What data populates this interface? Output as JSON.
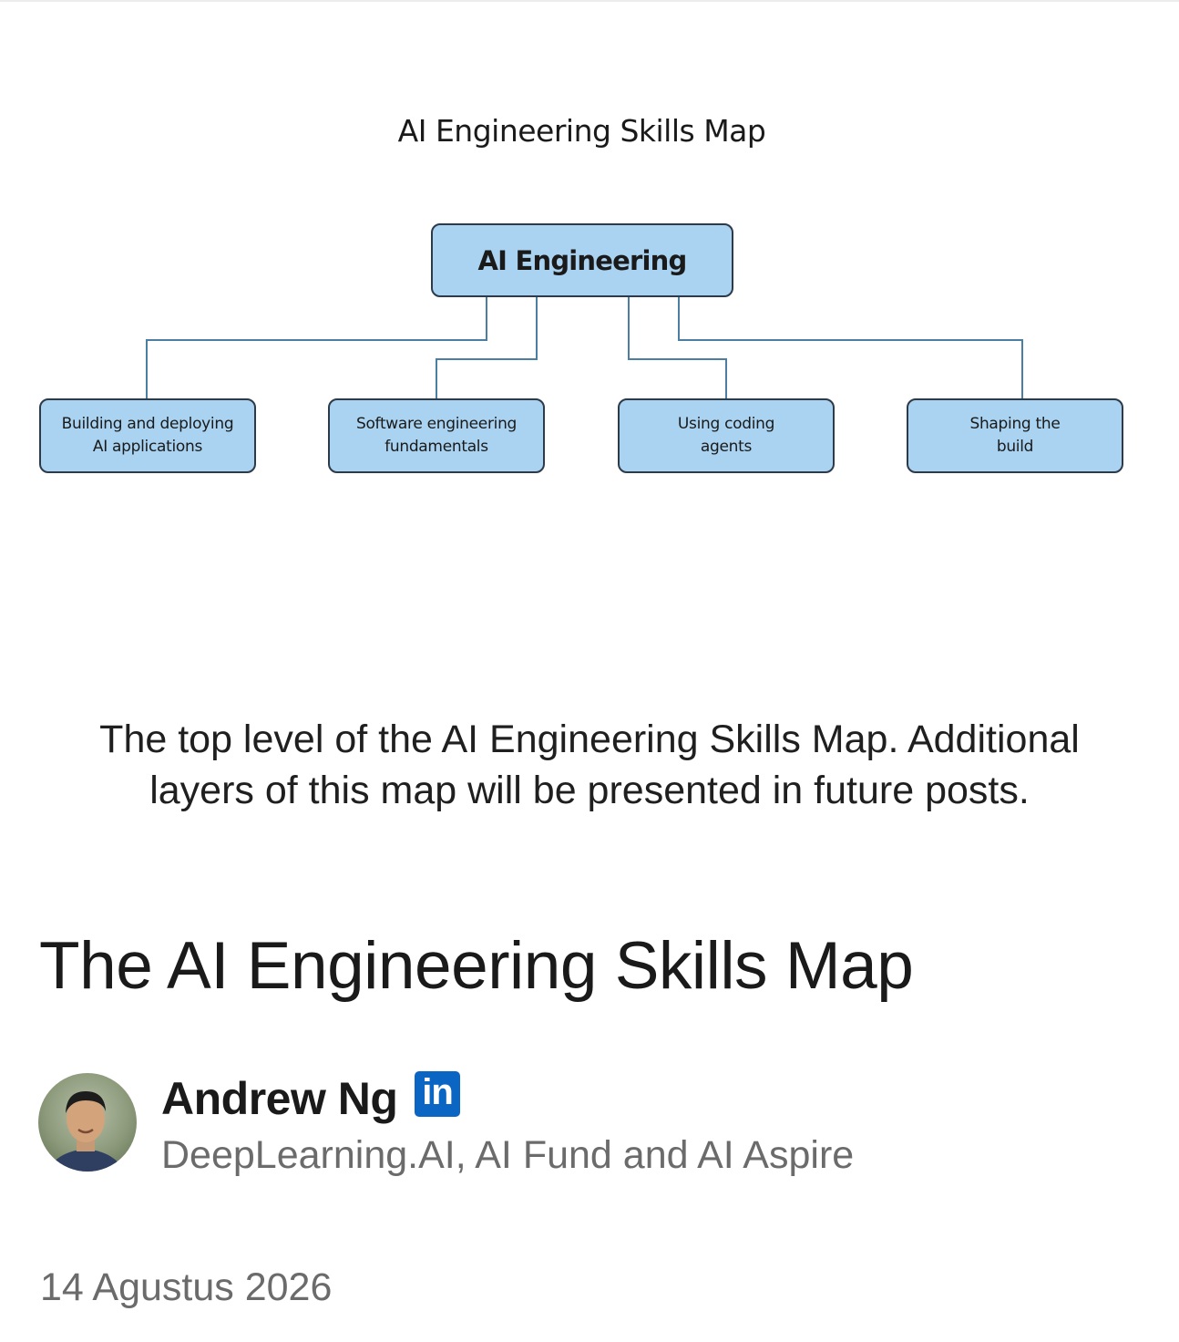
{
  "diagram": {
    "title": "AI Engineering Skills Map",
    "root": "AI Engineering",
    "children": [
      {
        "line1": "Building and deploying",
        "line2": "AI applications"
      },
      {
        "line1": "Software engineering",
        "line2": "fundamentals"
      },
      {
        "line1": "Using coding",
        "line2": "agents"
      },
      {
        "line1": "Shaping the",
        "line2": "build"
      }
    ],
    "colors": {
      "node_fill": "#a9d3f1",
      "node_border": "#2d3a4a",
      "connector": "#4a7fa3"
    }
  },
  "caption": {
    "line1": "The top level of the AI Engineering Skills Map. Additional",
    "line2": "layers of this map will be presented in future posts."
  },
  "article": {
    "title": "The AI Engineering Skills Map",
    "author": {
      "name": "Andrew Ng",
      "badge_icon": "linkedin-icon",
      "badge_text": "in",
      "organization": "DeepLearning.AI, AI Fund and AI Aspire"
    },
    "date": "14 Agustus 2026"
  }
}
